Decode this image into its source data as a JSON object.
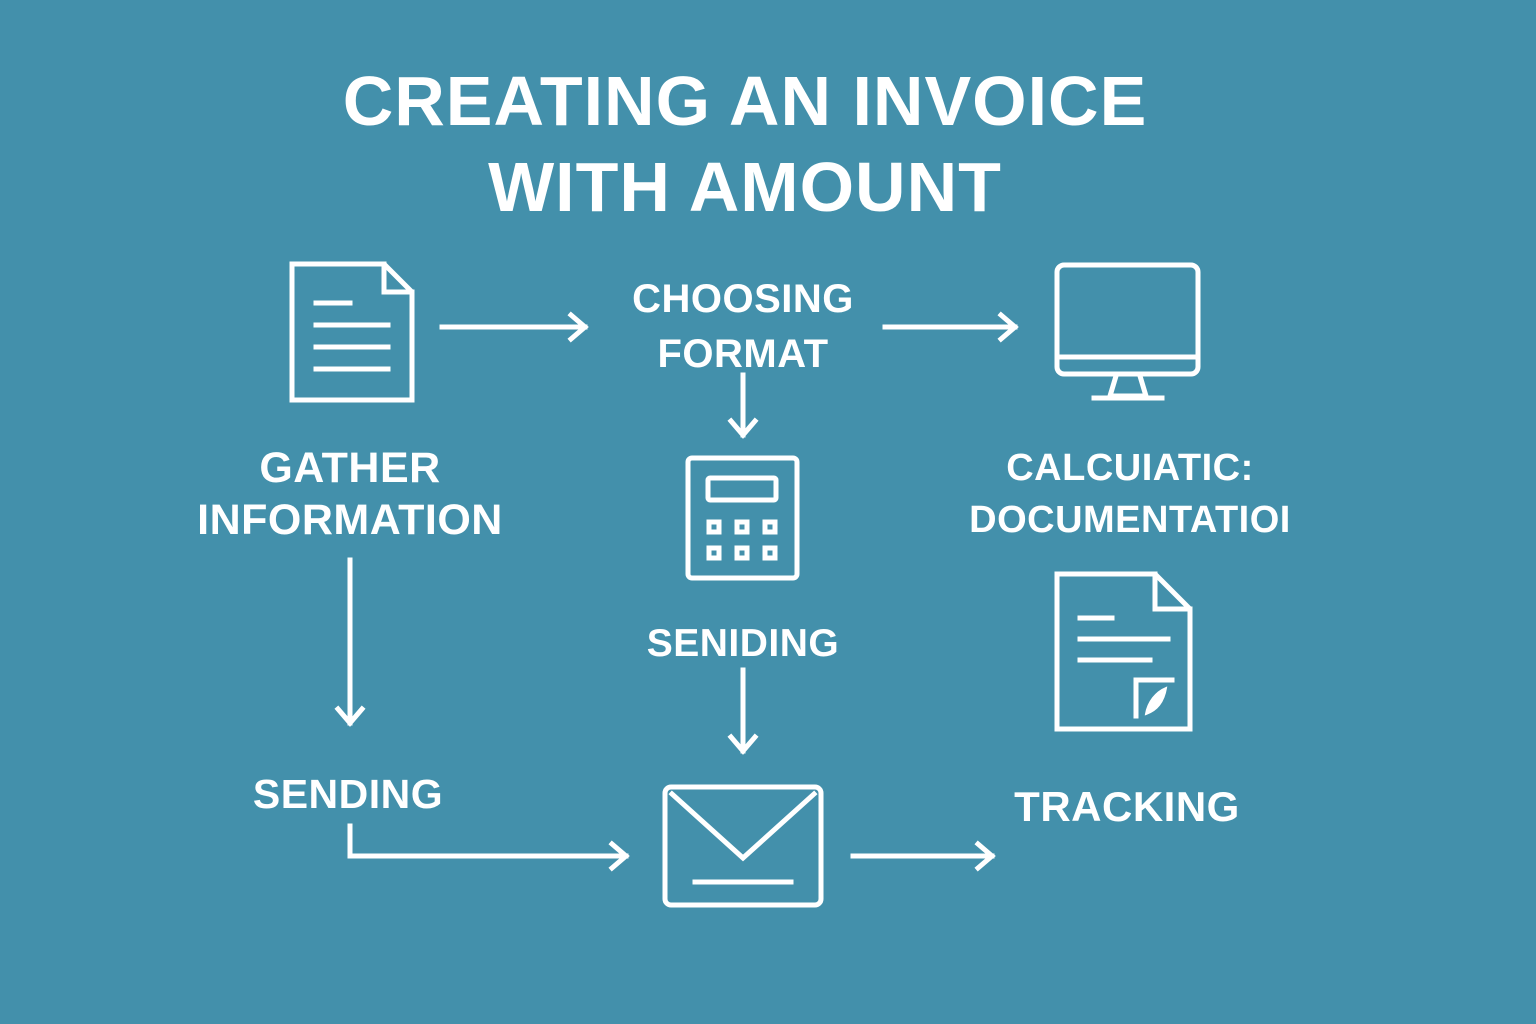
{
  "title_line1": "CREATING AN INVOICE",
  "title_line2": "WITH AMOUNT",
  "steps": {
    "gather": {
      "line1": "GATHER",
      "line2": "INFORMATION",
      "icon": "document-icon"
    },
    "choosing": {
      "line1": "CHOOSING",
      "line2": "FORMAT"
    },
    "calc": {
      "line1": "CALCUIATIC:",
      "line2": "DOCUMENTATIOI",
      "icon": "monitor-icon"
    },
    "middle": {
      "label": "SENIDING",
      "icon": "calculator-icon"
    },
    "sending": {
      "label": "SENDING",
      "icon": "envelope-icon"
    },
    "tracking": {
      "label": "TRACKING",
      "icon": "signed-document-icon"
    }
  },
  "colors": {
    "background": "#4390ab",
    "foreground": "#ffffff"
  }
}
